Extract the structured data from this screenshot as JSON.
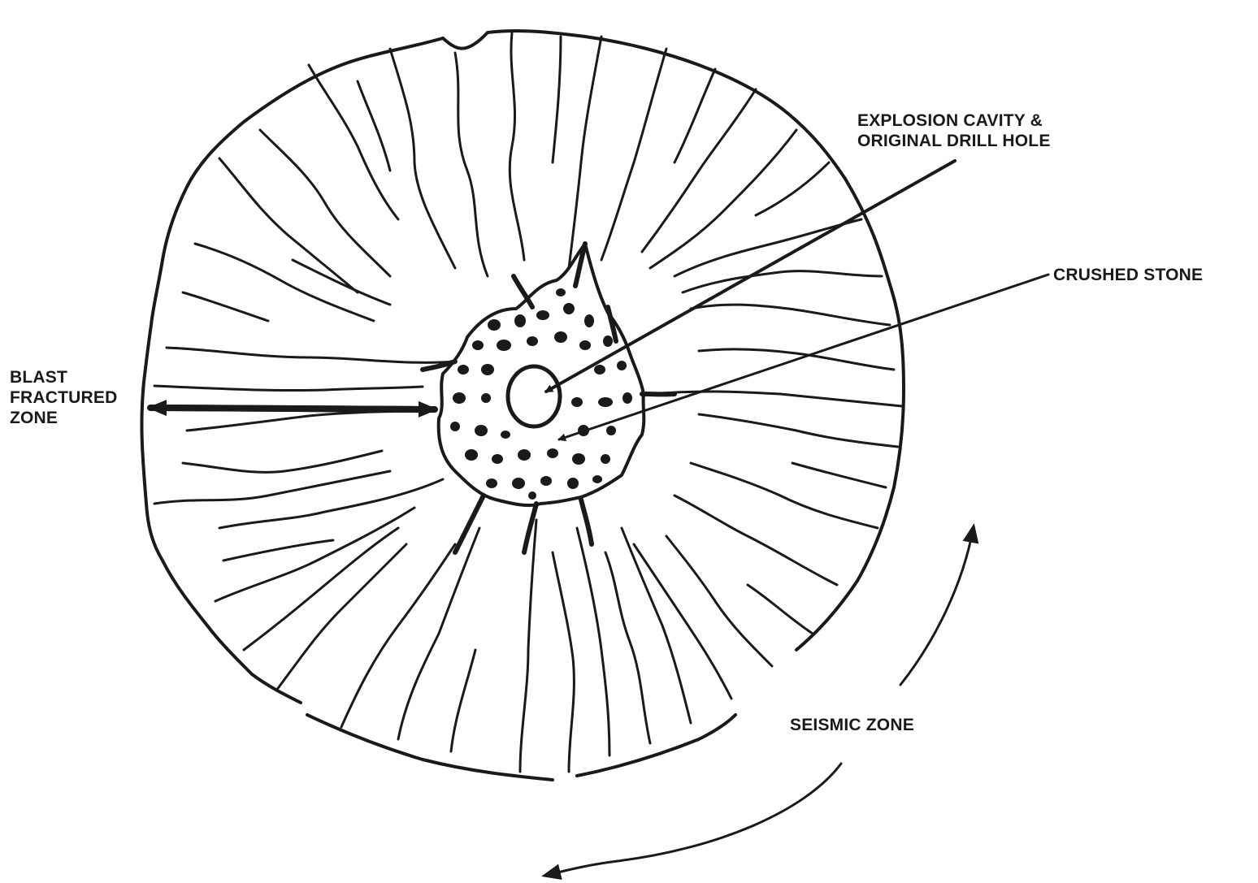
{
  "labels": {
    "explosion_line1": "EXPLOSION CAVITY &",
    "explosion_line2": "ORIGINAL DRILL HOLE",
    "crushed_stone": "CRUSHED STONE",
    "blast_line1": "BLAST",
    "blast_line2": "FRACTURED",
    "blast_line3": "ZONE",
    "seismic_zone": "SEISMIC ZONE"
  },
  "colors": {
    "ink": "#1a1a1a",
    "background": "#ffffff"
  }
}
